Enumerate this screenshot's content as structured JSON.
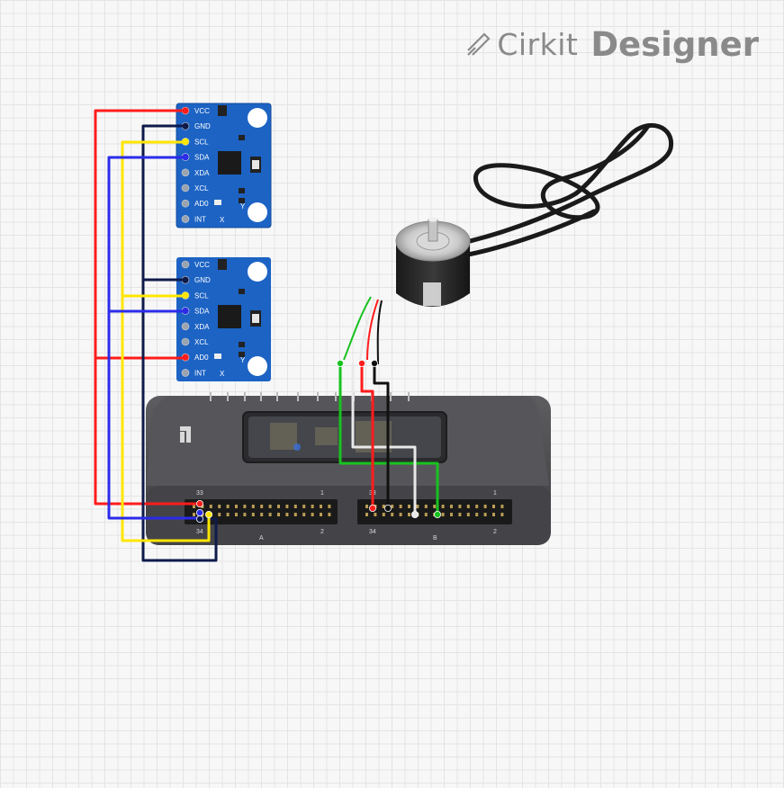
{
  "brand": {
    "name_light": "Cirkit",
    "name_bold": "Designer",
    "icon": "cirkit-pencil-icon",
    "color": "#8a8a8a"
  },
  "sensor_pins": [
    "VCC",
    "GND",
    "SCL",
    "SDA",
    "XDA",
    "XCL",
    "AD0",
    "INT"
  ],
  "axis_labels": {
    "x": "X",
    "y": "Y"
  },
  "connector_a": {
    "left": "33",
    "right": "1",
    "bottom_left": "34",
    "bottom_right": "2",
    "name": "A"
  },
  "connector_b": {
    "left": "33",
    "right": "1",
    "bottom_left": "34",
    "bottom_right": "2",
    "name": "B"
  },
  "wire_colors": {
    "vcc": "#ff1c1c",
    "gnd": "#0e1a4a",
    "scl": "#ffe600",
    "sda": "#2b2bea",
    "green": "#18c21f",
    "white": "#e8e8e8",
    "black": "#111111"
  }
}
